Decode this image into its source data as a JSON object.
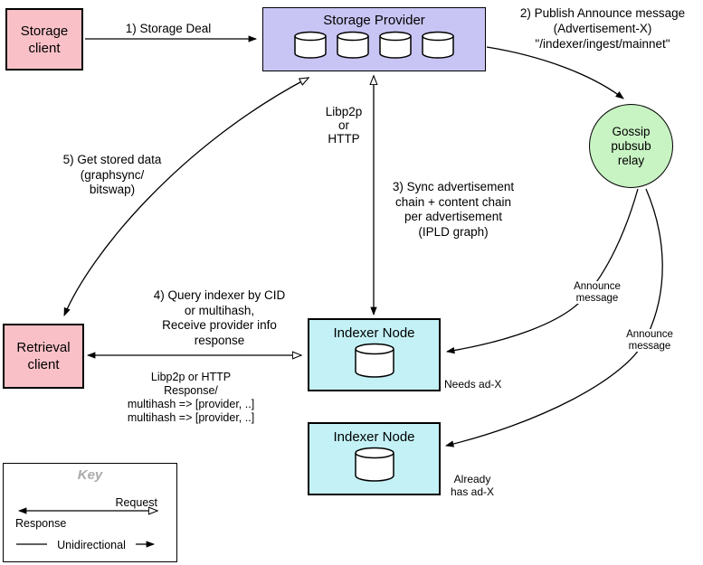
{
  "diagram": {
    "nodes": {
      "storage_client": "Storage\nclient",
      "storage_provider": "Storage Provider",
      "gossip_relay": "Gossip\npubsub\nrelay",
      "retrieval_client": "Retrieval\nclient",
      "indexer_node_1": "Indexer Node",
      "indexer_node_2": "Indexer Node"
    },
    "edge_labels": {
      "step1": "1) Storage Deal",
      "step2": "2) Publish Announce message\n(Advertisement-X)\n\"/indexer/ingest/mainnet\"",
      "step3": "3) Sync advertisement\nchain + content chain\nper advertisement\n(IPLD graph)",
      "step4": "4) Query indexer by CID\nor multihash,\nReceive provider info\nresponse",
      "step5": "5) Get stored data\n(graphsync/\nbitswap)",
      "libp2p_http": "Libp2p or\nHTTP",
      "libp2p_response": "Libp2p or HTTP\nResponse/\nmultihash => [provider, ..]\nmultihash => [provider, ..]",
      "announce_1": "Announce\nmessage",
      "announce_2": "Announce\nmessage",
      "needs_adx": "Needs ad-X",
      "already_adx": "Already\nhas ad-X"
    },
    "key": {
      "title": "Key",
      "request": "Request",
      "response": "Response",
      "unidirectional": "Unidirectional"
    },
    "colors": {
      "client_pink": "#F9C1C7",
      "provider_lavender": "#C8C5F4",
      "relay_green": "#C8F3C3",
      "indexer_cyan": "#C3F1F6",
      "line_black": "#000000",
      "key_title_gray": "#AAAAAA"
    }
  }
}
